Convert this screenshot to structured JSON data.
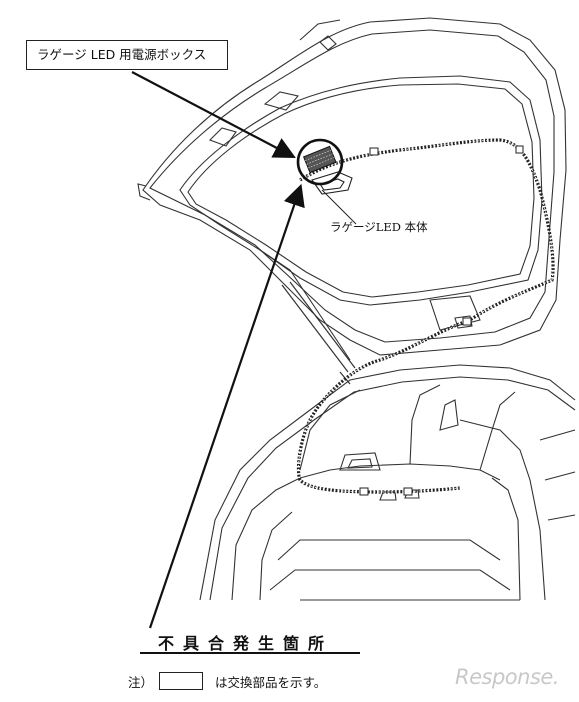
{
  "labels": {
    "power_box": "ラゲージ LED 用電源ボックス",
    "led_body": "ラゲージLED 本体",
    "defect_location": "不具合発生箇所",
    "note_prefix": "注）",
    "note_text": "は交換部品を示す。"
  },
  "watermark": "Response."
}
